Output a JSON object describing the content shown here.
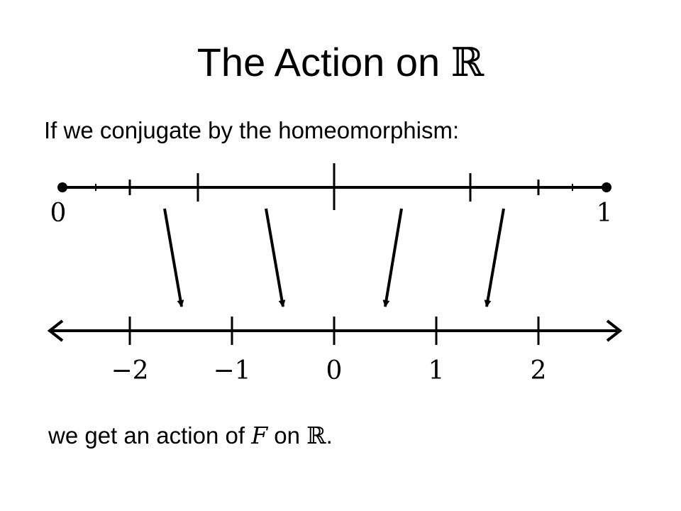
{
  "slide": {
    "title_prefix": "The Action on",
    "title_symbol": "ℝ",
    "intro_text": "If we conjugate by the homeomorphism:",
    "outro_before": "we get an action of",
    "outro_var": "F",
    "outro_mid": "on",
    "outro_symbol": "ℝ",
    "outro_end": "."
  },
  "diagram": {
    "top_interval": {
      "left_label": "0",
      "right_label": "1"
    },
    "real_line": {
      "tick_labels": [
        "−2",
        "−1",
        "0",
        "1",
        "2"
      ]
    }
  }
}
